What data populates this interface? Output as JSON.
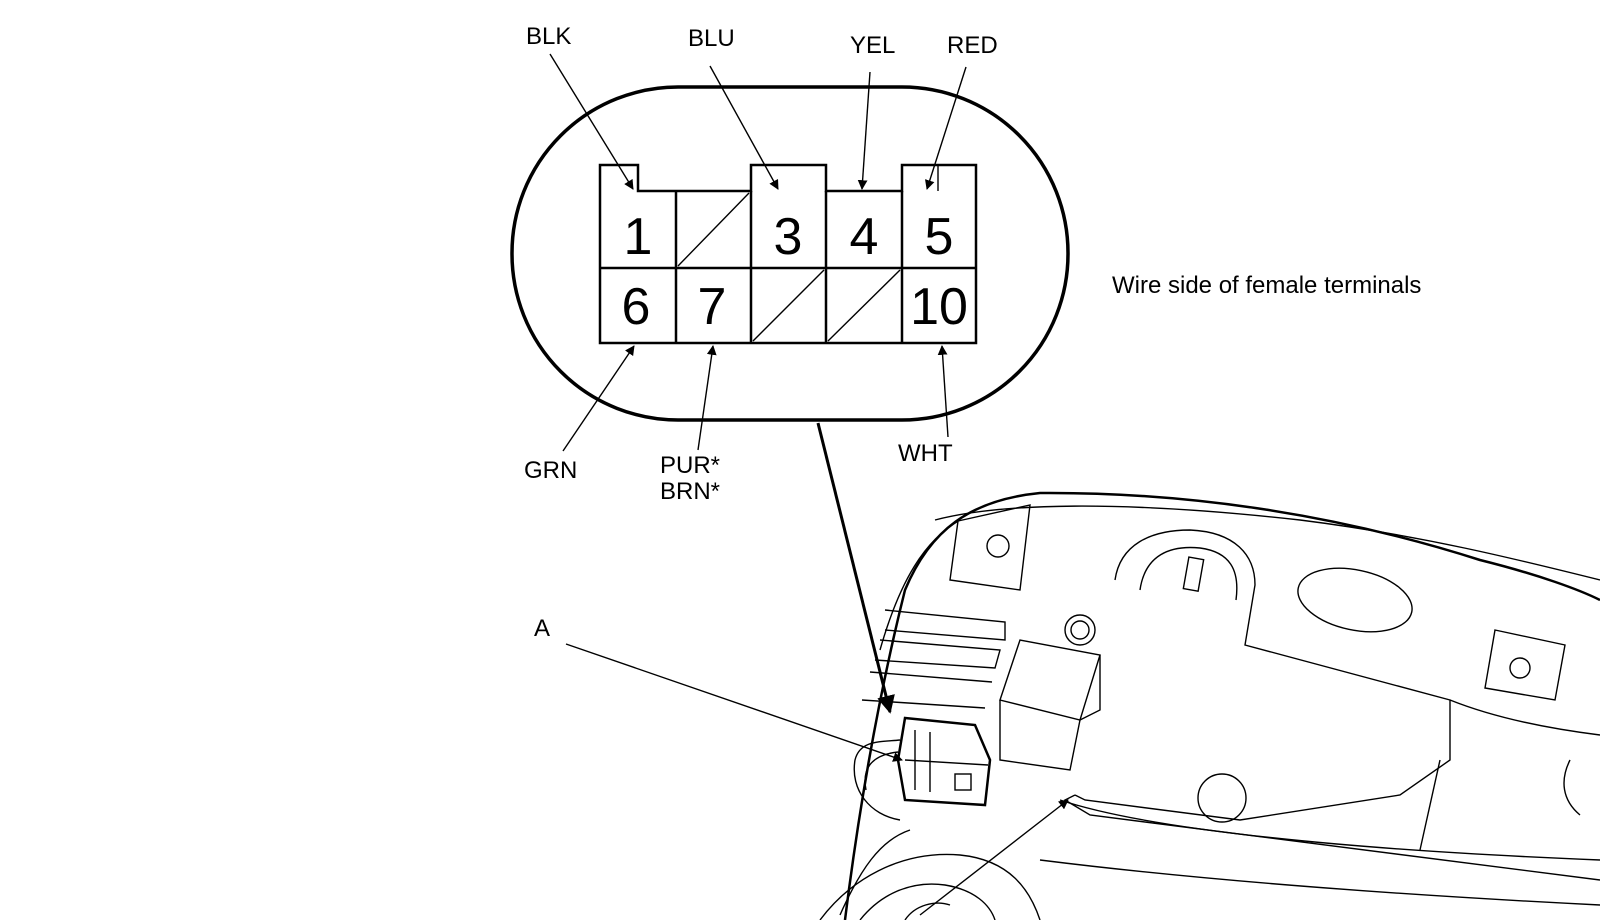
{
  "connector": {
    "pins": {
      "p1": "1",
      "p3": "3",
      "p4": "4",
      "p5": "5",
      "p6": "6",
      "p7": "7",
      "p10": "10"
    },
    "wires": {
      "blk": "BLK",
      "blu": "BLU",
      "yel": "YEL",
      "red": "RED",
      "grn": "GRN",
      "pur": "PUR*",
      "brn": "BRN*",
      "wht": "WHT"
    },
    "view_note": "Wire side of female terminals"
  },
  "callouts": {
    "a": "A"
  }
}
